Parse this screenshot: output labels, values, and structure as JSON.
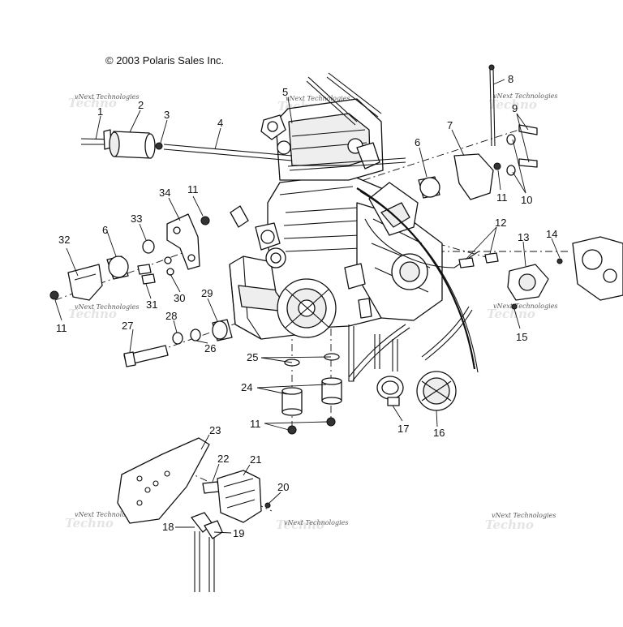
{
  "copyright": "© 2003 Polaris Sales Inc.",
  "watermark": {
    "name": "vNext Technologies",
    "background": "Techno"
  },
  "callouts": [
    "1",
    "2",
    "3",
    "4",
    "5",
    "6",
    "6",
    "7",
    "8",
    "9",
    "10",
    "11",
    "11",
    "11",
    "11",
    "12",
    "13",
    "14",
    "15",
    "16",
    "17",
    "18",
    "19",
    "20",
    "21",
    "22",
    "23",
    "24",
    "25",
    "26",
    "27",
    "28",
    "29",
    "30",
    "31",
    "32",
    "33",
    "34"
  ],
  "colors": {
    "line": "#111111",
    "watermark": "#e4e4e4"
  }
}
